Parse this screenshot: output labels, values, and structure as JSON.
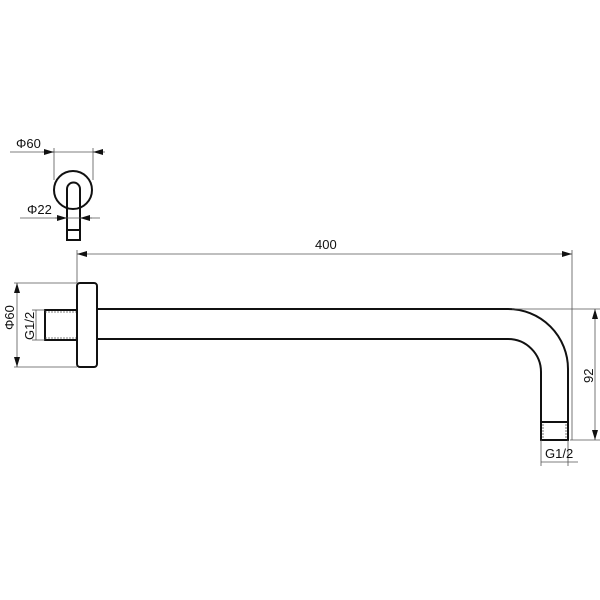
{
  "drawing": {
    "top_view": {
      "outer_diameter": "Φ60",
      "pipe_diameter": "Φ22"
    },
    "side_view": {
      "length": "400",
      "height": "92",
      "flange_diameter": "Φ60",
      "wall_thread": "G1/2",
      "outlet_thread": "G1/2"
    },
    "line_color": "#111111"
  }
}
